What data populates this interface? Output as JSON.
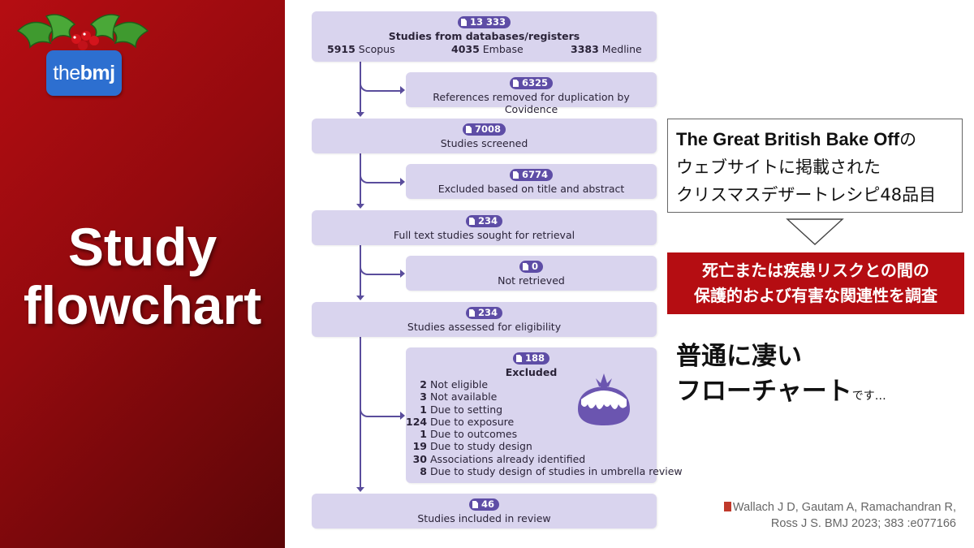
{
  "slide": {
    "title_line1": "Study",
    "title_line2": "flowchart"
  },
  "logo": {
    "prefix": "the",
    "brand": "bmj"
  },
  "flow": {
    "databases": {
      "count": "13 333",
      "label": "Studies from databases/registers",
      "sources": [
        {
          "n": "5915",
          "name": "Scopus"
        },
        {
          "n": "4035",
          "name": "Embase"
        },
        {
          "n": "3383",
          "name": "Medline"
        }
      ]
    },
    "dup_removed": {
      "count": "6325",
      "label": "References removed for duplication by Covidence"
    },
    "screened": {
      "count": "7008",
      "label": "Studies screened"
    },
    "excluded_abstract": {
      "count": "6774",
      "label": "Excluded based on title and abstract"
    },
    "fulltext": {
      "count": "234",
      "label": "Full text studies sought for retrieval"
    },
    "not_retrieved": {
      "count": "0",
      "label": "Not retrieved"
    },
    "assessed": {
      "count": "234",
      "label": "Studies assessed for eligibility"
    },
    "excluded": {
      "count": "188",
      "label": "Excluded",
      "reasons": [
        {
          "n": "2",
          "reason": "Not eligible"
        },
        {
          "n": "3",
          "reason": "Not available"
        },
        {
          "n": "1",
          "reason": "Due to setting"
        },
        {
          "n": "124",
          "reason": "Due to exposure"
        },
        {
          "n": "1",
          "reason": "Due to outcomes"
        },
        {
          "n": "19",
          "reason": "Due to study design"
        },
        {
          "n": "30",
          "reason": "Associations already identified"
        },
        {
          "n": "8",
          "reason": "Due to study design of studies in umbrella review"
        }
      ]
    },
    "included": {
      "count": "46",
      "label": "Studies included in review"
    }
  },
  "info": {
    "show_name": "The Great British Bake Off",
    "line1_suffix": "の",
    "line2": "ウェブサイトに掲載された",
    "line3": "クリスマスデザートレシピ48品目"
  },
  "red_box": {
    "line1": "死亡または疾患リスクとの間の",
    "line2": "保護的および有害な関連性を調査"
  },
  "comment": {
    "line1": "普通に凄い",
    "line2": "フローチャート",
    "suffix": "です…"
  },
  "citation": {
    "line1": "Wallach J D, Gautam A, Ramachandran R,",
    "line2": "Ross J S. BMJ 2023; 383 :e077166"
  },
  "colors": {
    "slide_red": "#b50d12",
    "box_fill": "#d9d4ee",
    "badge": "#5e4da6",
    "logo_blue": "#2d6fd0"
  },
  "icons": [
    "holly-icon",
    "document-icon",
    "pudding-icon",
    "book-icon"
  ]
}
